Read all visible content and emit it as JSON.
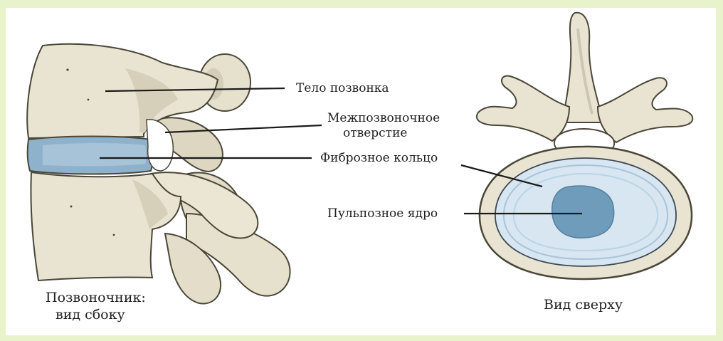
{
  "labels": {
    "vertebral_body": "Тело позвонка",
    "foramen_line1": "Межпозвоночное",
    "foramen_line2": "отверстие",
    "annulus_fibrosus": "Фиброзное кольцо",
    "nucleus_pulposus": "Пульпозное ядро"
  },
  "captions": {
    "side_view_line1": "Позвоночник:",
    "side_view_line2": "вид сбоку",
    "top_view": "Вид сверху"
  },
  "colors": {
    "outer_border": "#e8f3cc",
    "bone_fill": "#e9e4d2",
    "bone_shadow": "#cdc7b1",
    "bone_outline": "#4a4638",
    "disc_blue": "#8fb2cc",
    "annulus_light": "#d7e6f0",
    "nucleus_blue": "#6f9cbb",
    "leader_line": "#1a1a1a"
  }
}
